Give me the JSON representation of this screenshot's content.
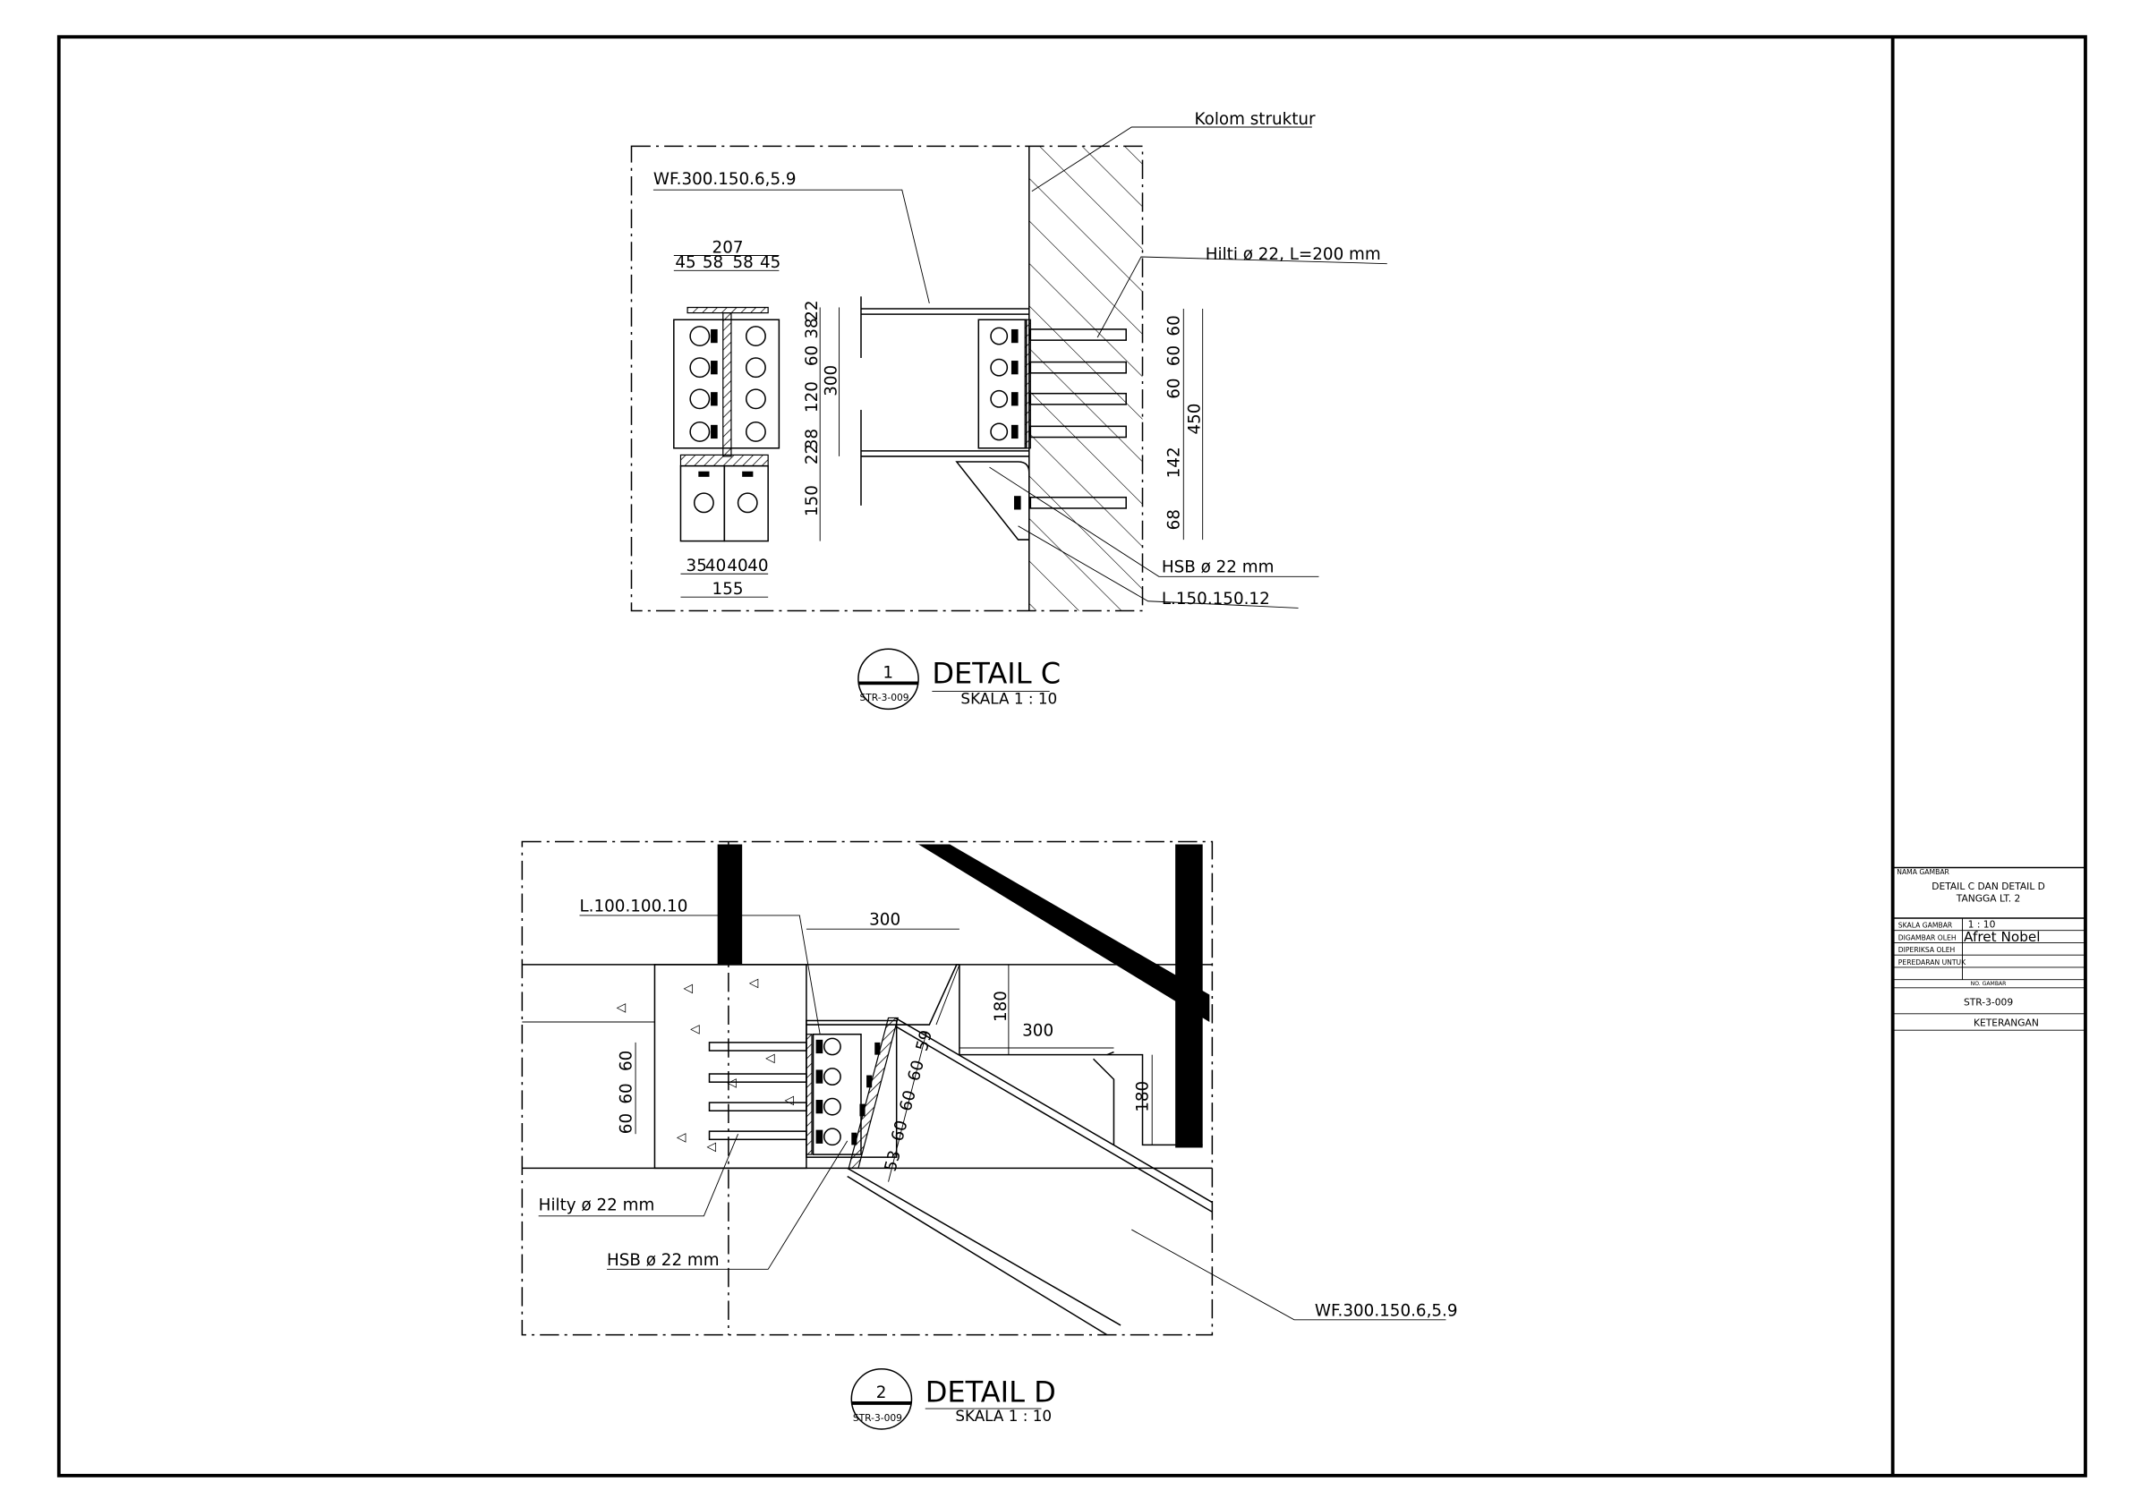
{
  "sheet": {
    "detail_c": {
      "title": "DETAIL C",
      "number": "1",
      "sheet_ref": "STR-3-009",
      "scale": "SKALA 1 : 10",
      "labels": {
        "column": "Kolom struktur",
        "beam": "WF.300.150.6,5.9",
        "anchor": "Hilti ø 22, L=200 mm",
        "bolt": "HSB ø 22 mm",
        "angle": "L.150.150.12"
      },
      "dims": {
        "total_width": "207",
        "widths": [
          "45",
          "58",
          "58",
          "45"
        ],
        "section_vertical": [
          "22",
          "38",
          "60",
          "120",
          "38",
          "22",
          "150"
        ],
        "section_height": "300",
        "bottom_widths": [
          "35",
          "40",
          "40",
          "40"
        ],
        "bottom_total": "155",
        "anchor_spacing": [
          "60",
          "60",
          "60",
          "142",
          "68"
        ],
        "anchor_total": "450"
      }
    },
    "detail_d": {
      "title": "DETAIL D",
      "number": "2",
      "sheet_ref": "STR-3-009",
      "scale": "SKALA 1 : 10",
      "labels": {
        "angle": "L.100.100.10",
        "anchor": "Hilty ø 22 mm",
        "bolt": "HSB ø 22 mm",
        "beam": "WF.300.150.6,5.9"
      },
      "dims": {
        "tread_1": "300",
        "riser_1": "180",
        "tread_2": "300",
        "riser_2": "180",
        "anchor_spacing": [
          "60",
          "60",
          "60"
        ],
        "bolt_spacing": [
          "59",
          "60",
          "60",
          "60",
          "53"
        ]
      }
    }
  },
  "title_block": {
    "name_label": "NAMA GAMBAR",
    "drawing_title_1": "DETAIL C DAN DETAIL D",
    "drawing_title_2": "TANGGA LT. 2",
    "rows": [
      {
        "label": "SKALA GAMBAR",
        "value": "1 : 10"
      },
      {
        "label": "DIGAMBAR OLEH",
        "value": "Afret Nobel"
      },
      {
        "label": "DIPERIKSA OLEH",
        "value": ""
      },
      {
        "label": "PEREDARAN UNTUK",
        "value": ""
      }
    ],
    "number_label": "NO. GAMBAR",
    "drawing_number": "STR-3-009",
    "notes_label": "KETERANGAN"
  }
}
